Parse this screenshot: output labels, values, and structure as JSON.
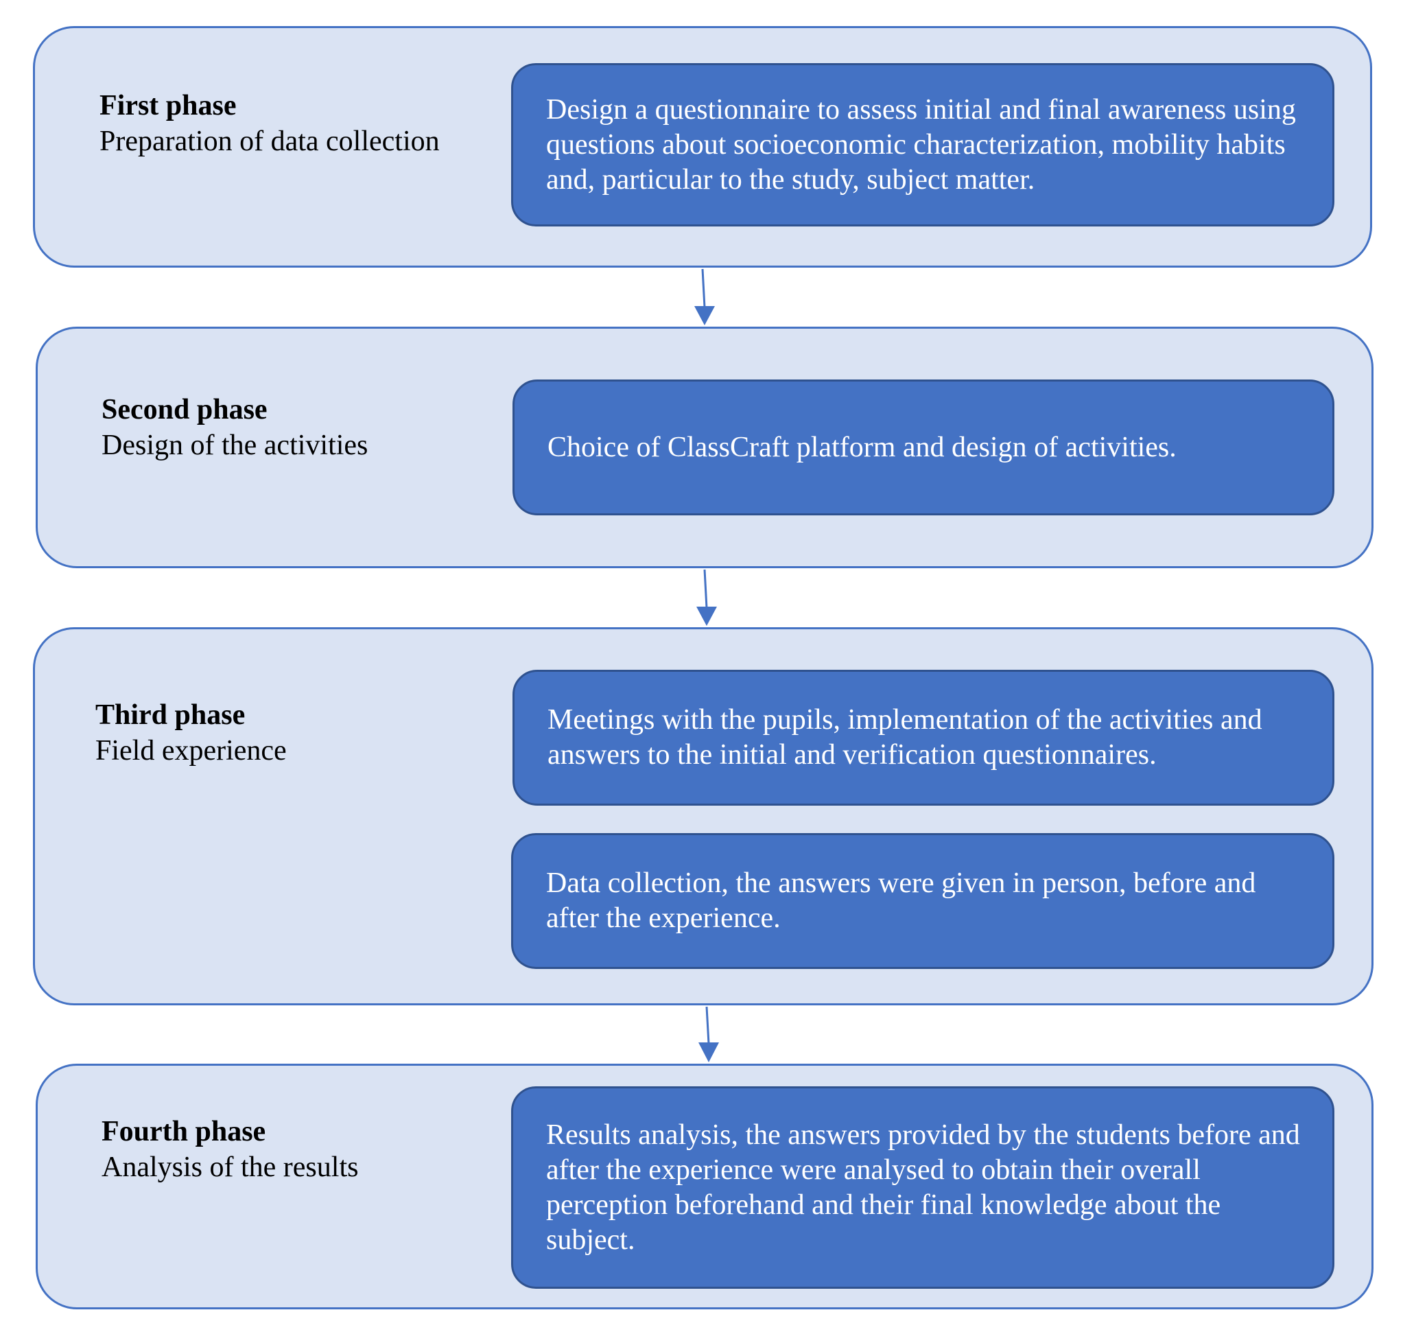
{
  "colors": {
    "phase_fill": "#dae3f3",
    "phase_border": "#4472c4",
    "task_fill": "#4472c4",
    "task_border": "#2f528f",
    "task_text": "#ffffff",
    "label_text": "#000000"
  },
  "phases": [
    {
      "name": "First phase",
      "description": "Preparation of data collection",
      "tasks": [
        "Design a questionnaire to assess initial and final awareness using questions about socioeconomic characterization, mobility habits and, particular to the study, subject matter."
      ]
    },
    {
      "name": "Second phase",
      "description": "Design of the activities",
      "tasks": [
        "Choice of ClassCraft platform and design of activities."
      ]
    },
    {
      "name": "Third phase",
      "description": "Field experience",
      "tasks": [
        "Meetings with the pupils, implementation of the activities and answers to the initial and verification questionnaires.",
        "Data collection, the answers were given in person, before and after the experience."
      ]
    },
    {
      "name": "Fourth phase",
      "description": "Analysis of the results",
      "tasks": [
        "Results analysis, the answers provided by the students before and after the experience were analysed to obtain their overall perception beforehand and their final knowledge about the subject."
      ]
    }
  ]
}
